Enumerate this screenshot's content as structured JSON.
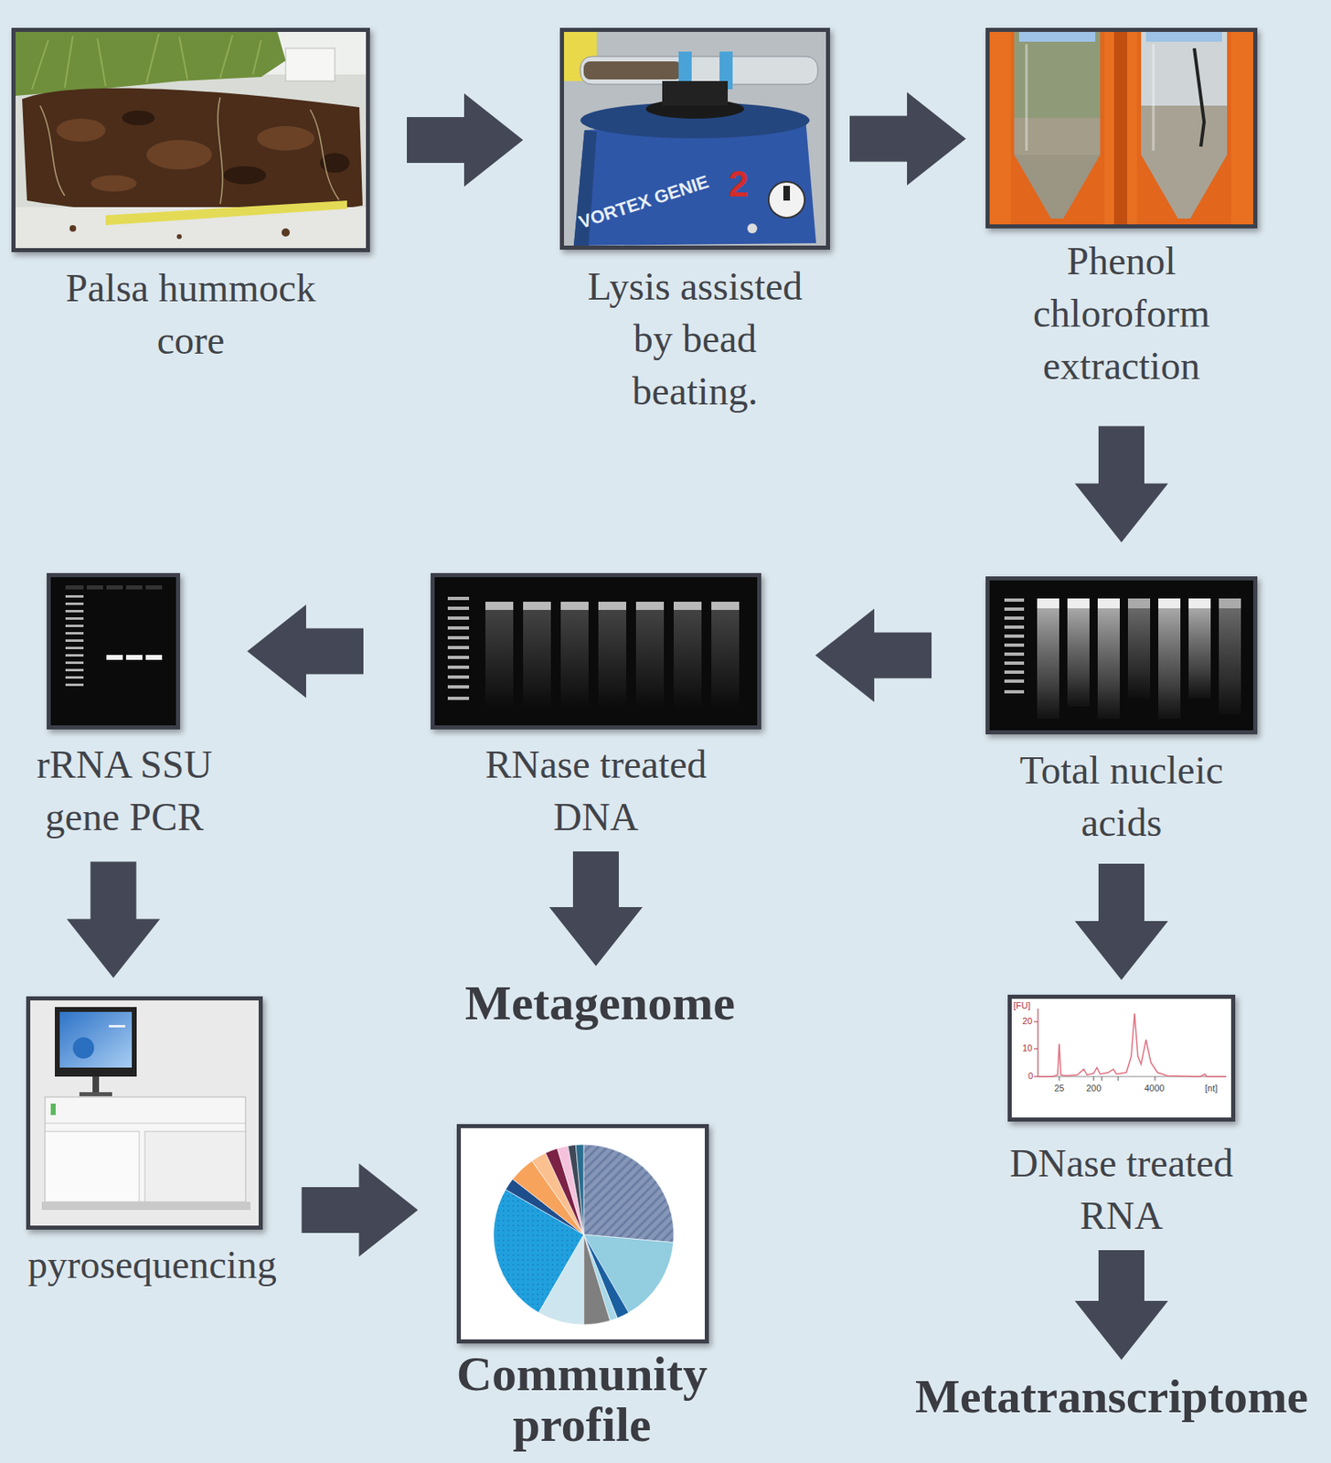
{
  "diagram": {
    "nodes": [
      {
        "text": [
          "Palsa hummock core"
        ]
      },
      {
        "text": [
          "Lysis assisted by bead beating."
        ]
      },
      {
        "text": [
          "Phenol chloroform extraction"
        ]
      },
      {
        "text": [
          "rRNA SSU gene PCR"
        ]
      },
      {
        "text": [
          "RNase treated DNA"
        ]
      },
      {
        "text": [
          "Total nucleic acids"
        ]
      },
      {
        "text": [
          "Metagenome"
        ]
      },
      {
        "text": [
          "pyrosequencing"
        ]
      },
      {
        "text": [
          "DNase treated RNA"
        ]
      },
      {
        "text": [
          "Community profile"
        ]
      },
      {
        "text": [
          "Metatranscriptome"
        ]
      }
    ],
    "edges": [
      {
        "from": 0,
        "to": 1,
        "arrow": "to"
      },
      {
        "from": 1,
        "to": 2,
        "arrow": "to"
      },
      {
        "from": 2,
        "to": 5,
        "arrow": "to"
      },
      {
        "from": 5,
        "to": 4,
        "arrow": "to"
      },
      {
        "from": 4,
        "to": 3,
        "arrow": "to"
      },
      {
        "from": 3,
        "to": 7,
        "arrow": "to"
      },
      {
        "from": 4,
        "to": 6,
        "arrow": "to"
      },
      {
        "from": 5,
        "to": 8,
        "arrow": "to"
      },
      {
        "from": 7,
        "to": 9,
        "arrow": "to"
      },
      {
        "from": 8,
        "to": 10,
        "arrow": "to"
      }
    ],
    "labels": [
      "VORTEX GENIE",
      "2",
      "[FU]",
      "20",
      "10",
      "0",
      "25",
      "200",
      "4000",
      "[nt]"
    ]
  }
}
